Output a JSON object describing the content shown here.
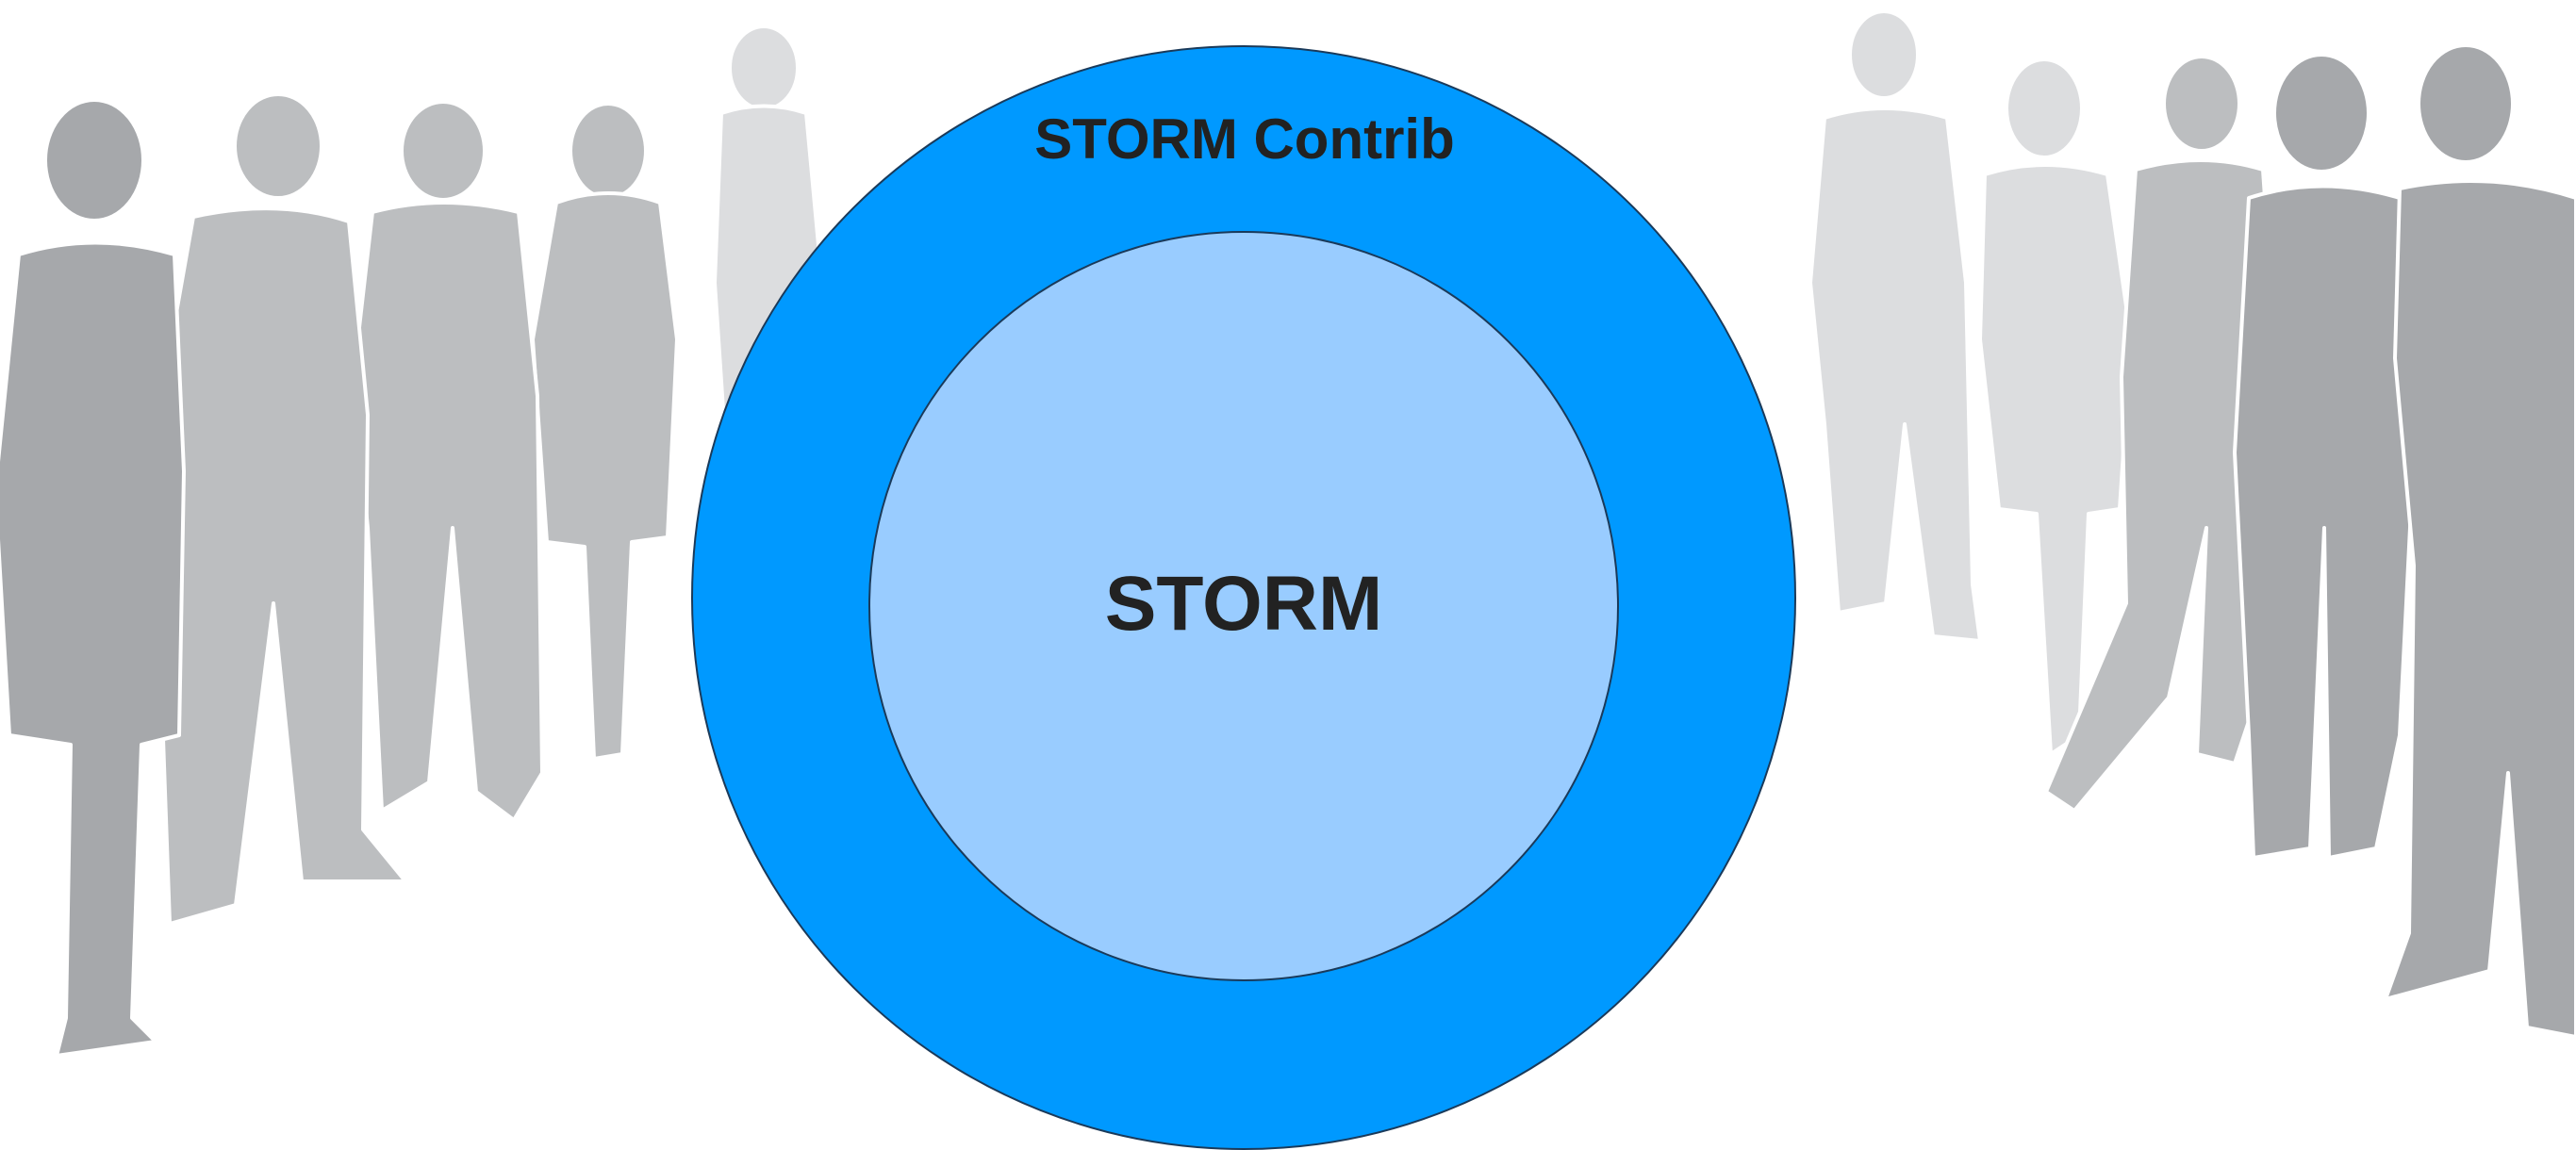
{
  "diagram": {
    "outer_ring": {
      "label": "STORM Contrib",
      "color": "#0099ff",
      "stroke": "#1a3a5a"
    },
    "inner_circle": {
      "label": "STORM",
      "color": "#99ccff",
      "stroke": "#1a3a5a"
    }
  },
  "background": {
    "silhouette_colors": {
      "dark": "#a6a8ab",
      "mid": "#bcbec0",
      "light": "#dcdddf"
    },
    "left_group": [
      "person-silhouette",
      "person-silhouette",
      "person-silhouette",
      "person-silhouette",
      "person-silhouette"
    ],
    "right_group": [
      "person-silhouette",
      "person-silhouette",
      "person-silhouette",
      "person-silhouette",
      "person-silhouette"
    ]
  }
}
